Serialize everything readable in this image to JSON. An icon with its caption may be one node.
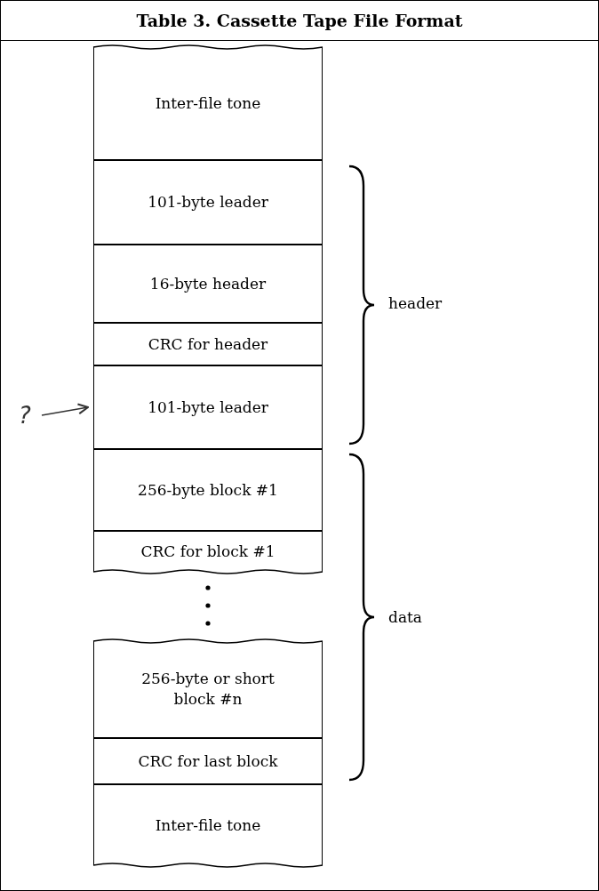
{
  "diagram": {
    "title": "Table 3. Cassette Tape File Format",
    "nodes": [
      {
        "text": [
          "Inter-file tone"
        ]
      },
      {
        "text": [
          "101-byte leader"
        ]
      },
      {
        "text": [
          "16-byte header"
        ]
      },
      {
        "text": [
          "CRC for header"
        ]
      },
      {
        "text": [
          "101-byte leader"
        ]
      },
      {
        "text": [
          "256-byte block #1"
        ]
      },
      {
        "text": [
          "CRC for block #1"
        ]
      },
      {
        "text": [
          "256-byte or short block #n"
        ]
      },
      {
        "text": [
          "CRC for last block"
        ]
      },
      {
        "text": [
          "Inter-file tone"
        ]
      },
      {
        "text": [
          "?"
        ]
      }
    ],
    "edges": [
      {
        "from": 10,
        "to": 4,
        "arrow": "to"
      }
    ],
    "labels": [
      "header",
      "data"
    ]
  }
}
